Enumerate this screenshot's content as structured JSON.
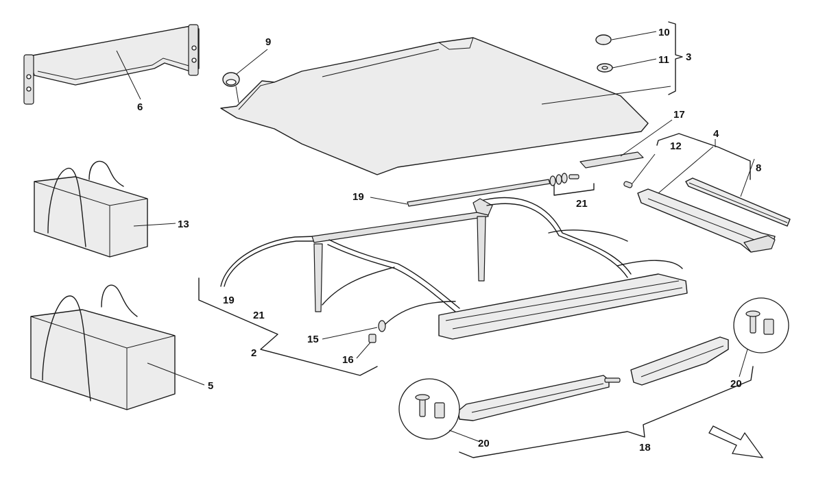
{
  "diagram": {
    "callouts": {
      "c2": "2",
      "c3": "3",
      "c4": "4",
      "c5": "5",
      "c6": "6",
      "c8": "8",
      "c9": "9",
      "c10": "10",
      "c11": "11",
      "c12": "12",
      "c13": "13",
      "c15": "15",
      "c16": "16",
      "c17": "17",
      "c18": "18",
      "c19a": "19",
      "c19b": "19",
      "c20a": "20",
      "c20b": "20",
      "c21a": "21",
      "c21b": "21"
    }
  }
}
